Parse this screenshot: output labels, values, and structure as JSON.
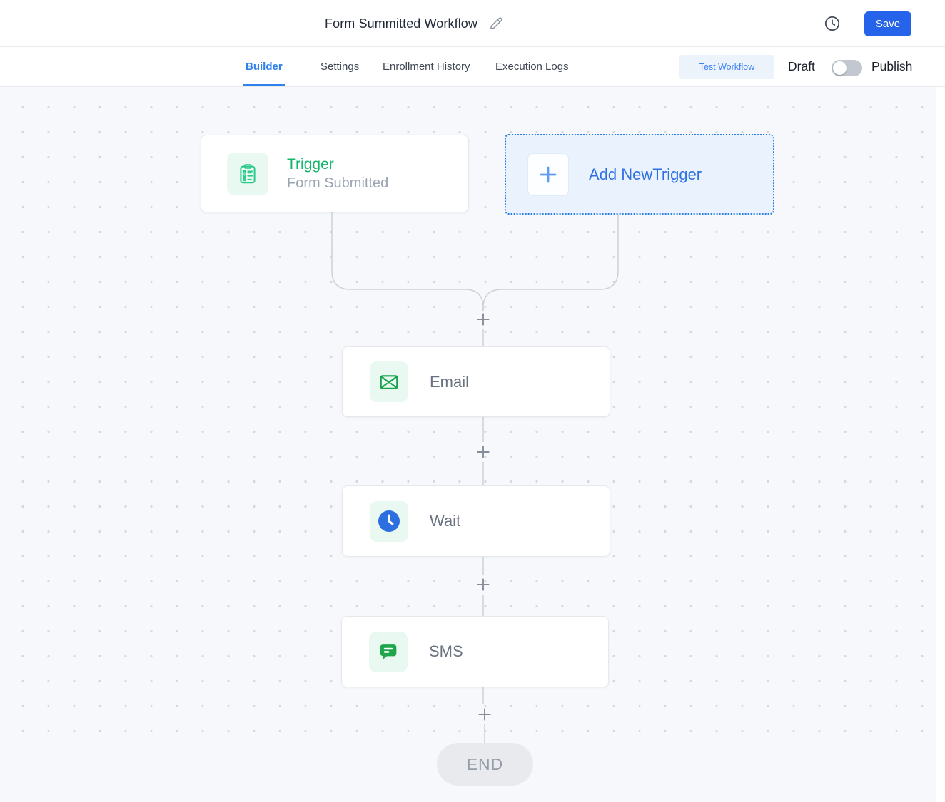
{
  "header": {
    "title": "Form Summitted Workflow",
    "save_label": "Save"
  },
  "tabs": [
    {
      "label": "Builder",
      "active": true
    },
    {
      "label": "Settings",
      "active": false
    },
    {
      "label": "Enrollment History",
      "active": false
    },
    {
      "label": "Execution Logs",
      "active": false
    }
  ],
  "toolbar": {
    "test_workflow_label": "Test Workflow",
    "draft_label": "Draft",
    "publish_label": "Publish",
    "publish_toggle_state": "off"
  },
  "workflow": {
    "trigger": {
      "title": "Trigger",
      "subtitle": "Form Submitted"
    },
    "add_trigger_label": "Add NewTrigger",
    "nodes": [
      {
        "label": "Email"
      },
      {
        "label": "Wait"
      },
      {
        "label": "SMS"
      }
    ],
    "end_label": "END"
  },
  "colors": {
    "primary_blue": "#2563eb",
    "tab_active_blue": "#2f80ed",
    "trigger_green": "#12b76a",
    "node_icon_green": "#1aa34a",
    "wait_icon_blue": "#2e6fe0",
    "add_trigger_blue": "#2f6fe4",
    "canvas_bg": "#f6f8fb"
  }
}
